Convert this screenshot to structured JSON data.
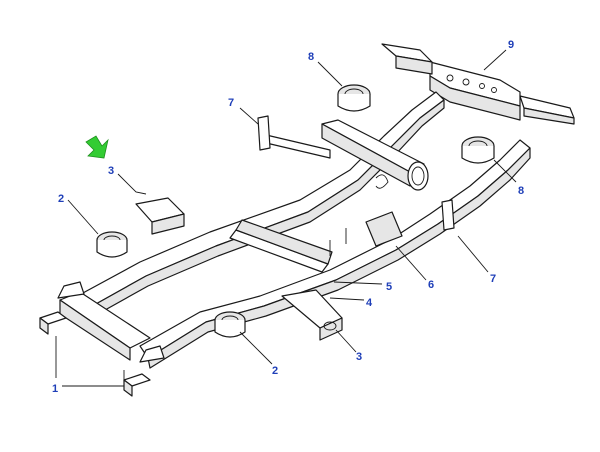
{
  "diagram": {
    "callouts": [
      {
        "id": "c1",
        "label": "1"
      },
      {
        "id": "c2a",
        "label": "2"
      },
      {
        "id": "c2b",
        "label": "2"
      },
      {
        "id": "c3a",
        "label": "3"
      },
      {
        "id": "c3b",
        "label": "3"
      },
      {
        "id": "c4",
        "label": "4"
      },
      {
        "id": "c5",
        "label": "5"
      },
      {
        "id": "c6",
        "label": "6"
      },
      {
        "id": "c7a",
        "label": "7"
      },
      {
        "id": "c7b",
        "label": "7"
      },
      {
        "id": "c8a",
        "label": "8"
      },
      {
        "id": "c8b",
        "label": "8"
      },
      {
        "id": "c9",
        "label": "9"
      }
    ],
    "colors": {
      "callout_text": "#1f3fb8",
      "indicator_arrow": "#33cc33",
      "line_art": "#1a1a1a"
    },
    "icons": {
      "indicator": "green-pointer-arrow"
    }
  }
}
